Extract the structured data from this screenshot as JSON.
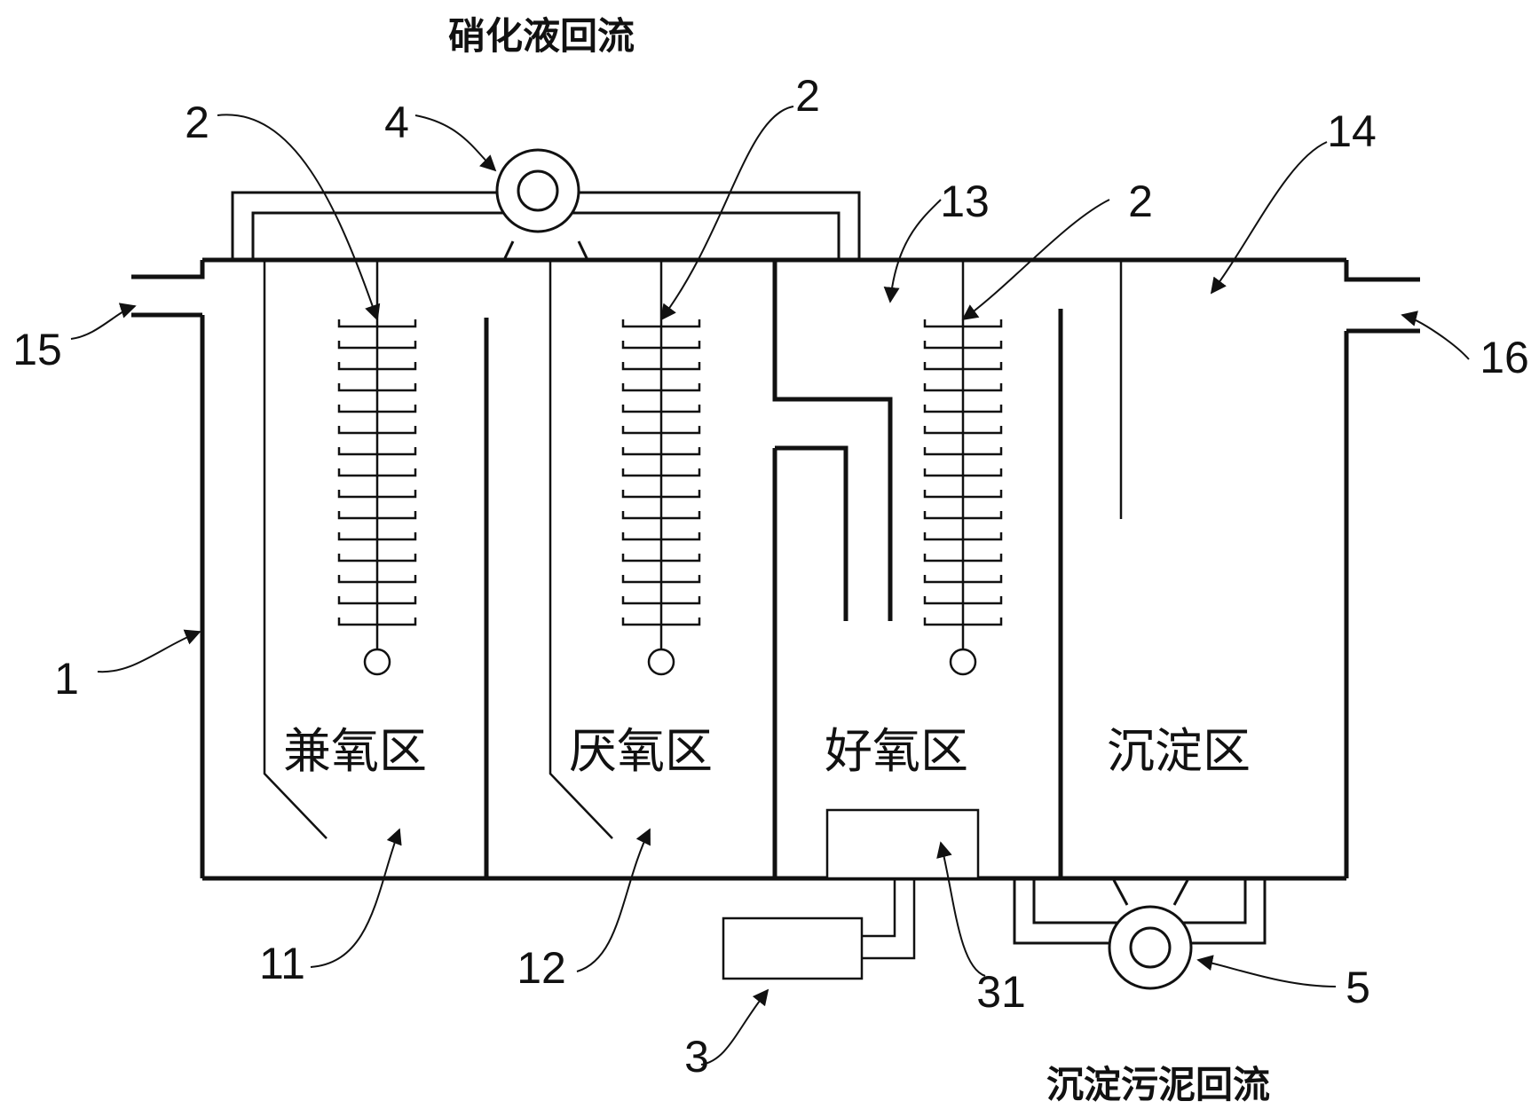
{
  "captions": {
    "top": "硝化液回流",
    "bottom": "沉淀污泥回流"
  },
  "zones": {
    "anoxic": "兼氧区",
    "anaerobic": "厌氧区",
    "aerobic": "好氧区",
    "settling": "沉淀区"
  },
  "labels": {
    "tank": "1",
    "carrier_left": "2",
    "carrier_middle": "2",
    "carrier_right": "2",
    "aerator": "3",
    "diffuser": "31",
    "nitrate_pump": "4",
    "sludge_pump": "5",
    "anoxic_zone": "11",
    "anaerobic_zone": "12",
    "aerobic_zone": "13",
    "settling_zone": "14",
    "inlet": "15",
    "outlet": "16"
  }
}
